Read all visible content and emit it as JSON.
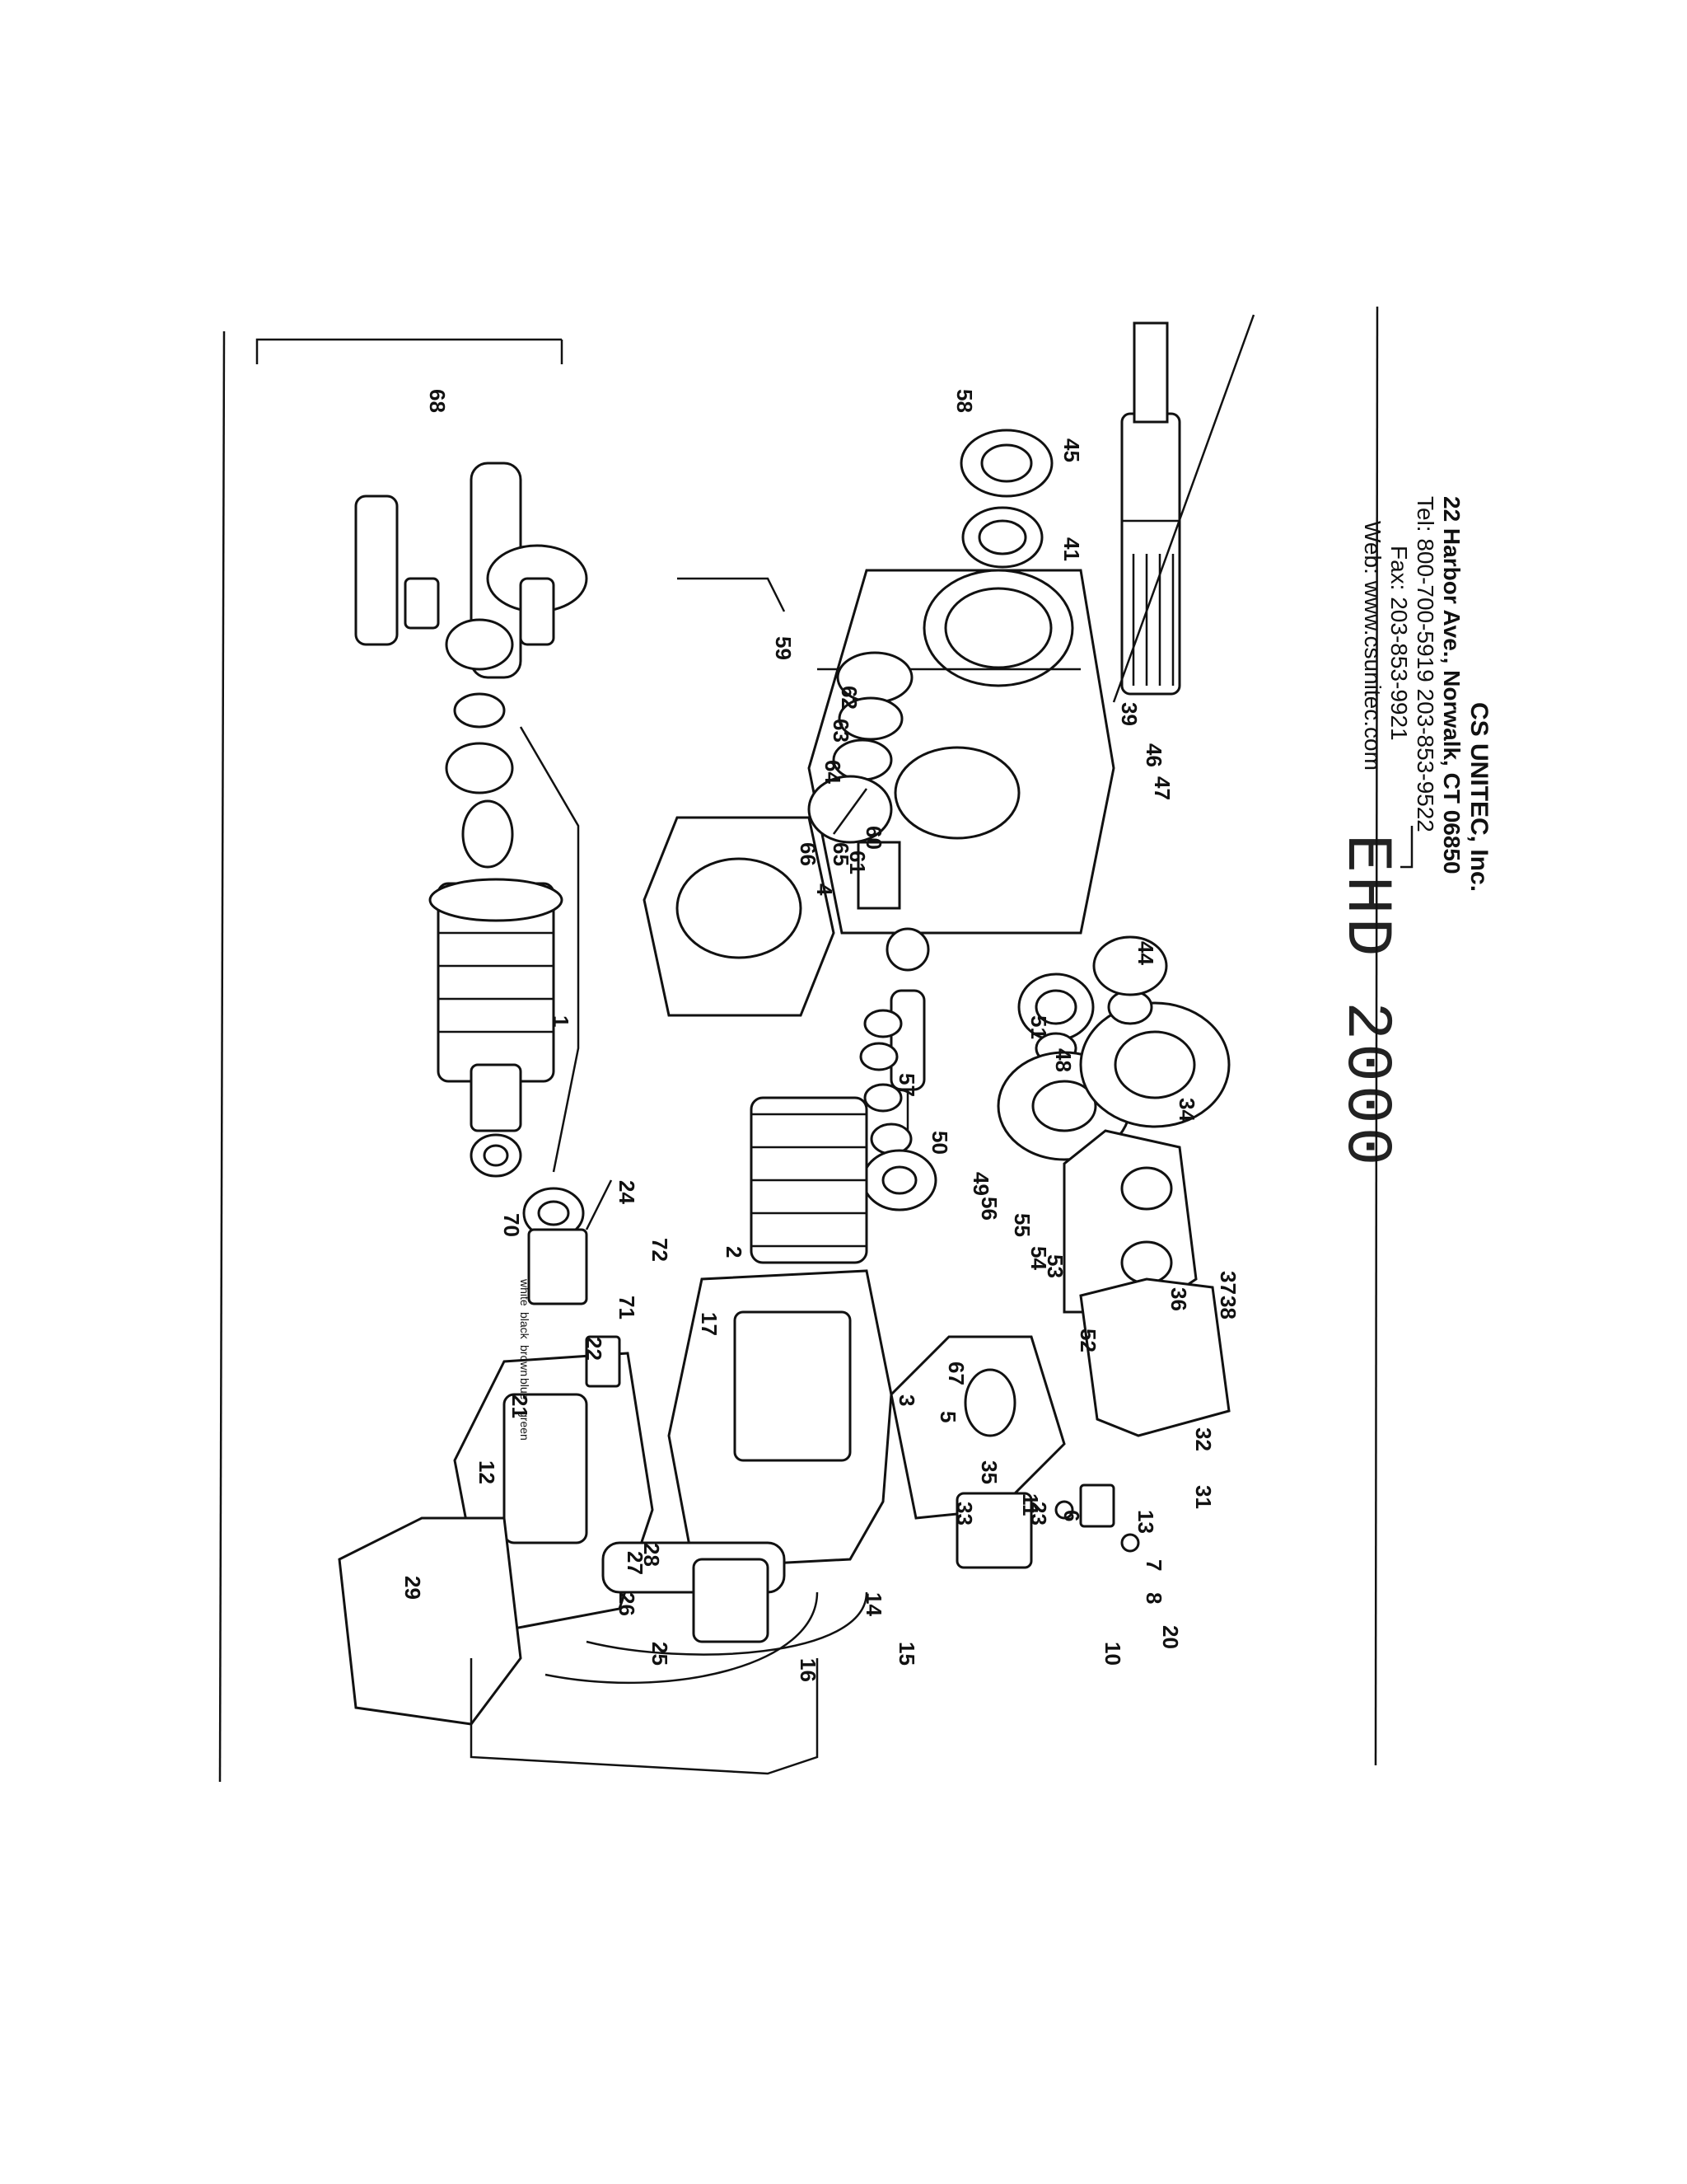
{
  "header": {
    "company": "CS UNITEC, Inc.",
    "address": "22 Harbor Ave., Norwalk, CT 06850",
    "tel": "Tel: 800-700-5919   203-853-9522",
    "fax": "Fax: 203-853-9921",
    "web": "Web: www.csunitec.com"
  },
  "model": "EHD 2000",
  "callouts": [
    "1",
    "2",
    "3",
    "4",
    "5",
    "6",
    "7",
    "8",
    "10",
    "11",
    "12",
    "13",
    "14",
    "15",
    "16",
    "17",
    "20",
    "21",
    "22",
    "23",
    "24",
    "25",
    "26",
    "27",
    "28",
    "29",
    "31",
    "32",
    "33",
    "34",
    "35",
    "36",
    "37",
    "38",
    "39",
    "41",
    "44",
    "45",
    "46",
    "47",
    "48",
    "49",
    "50",
    "51",
    "52",
    "53",
    "54",
    "55",
    "56",
    "57",
    "58",
    "59",
    "60",
    "61",
    "62",
    "63",
    "64",
    "65",
    "66",
    "67",
    "68",
    "70",
    "71",
    "72"
  ],
  "wire_labels": [
    "white",
    "black",
    "brown",
    "blue",
    "green"
  ]
}
